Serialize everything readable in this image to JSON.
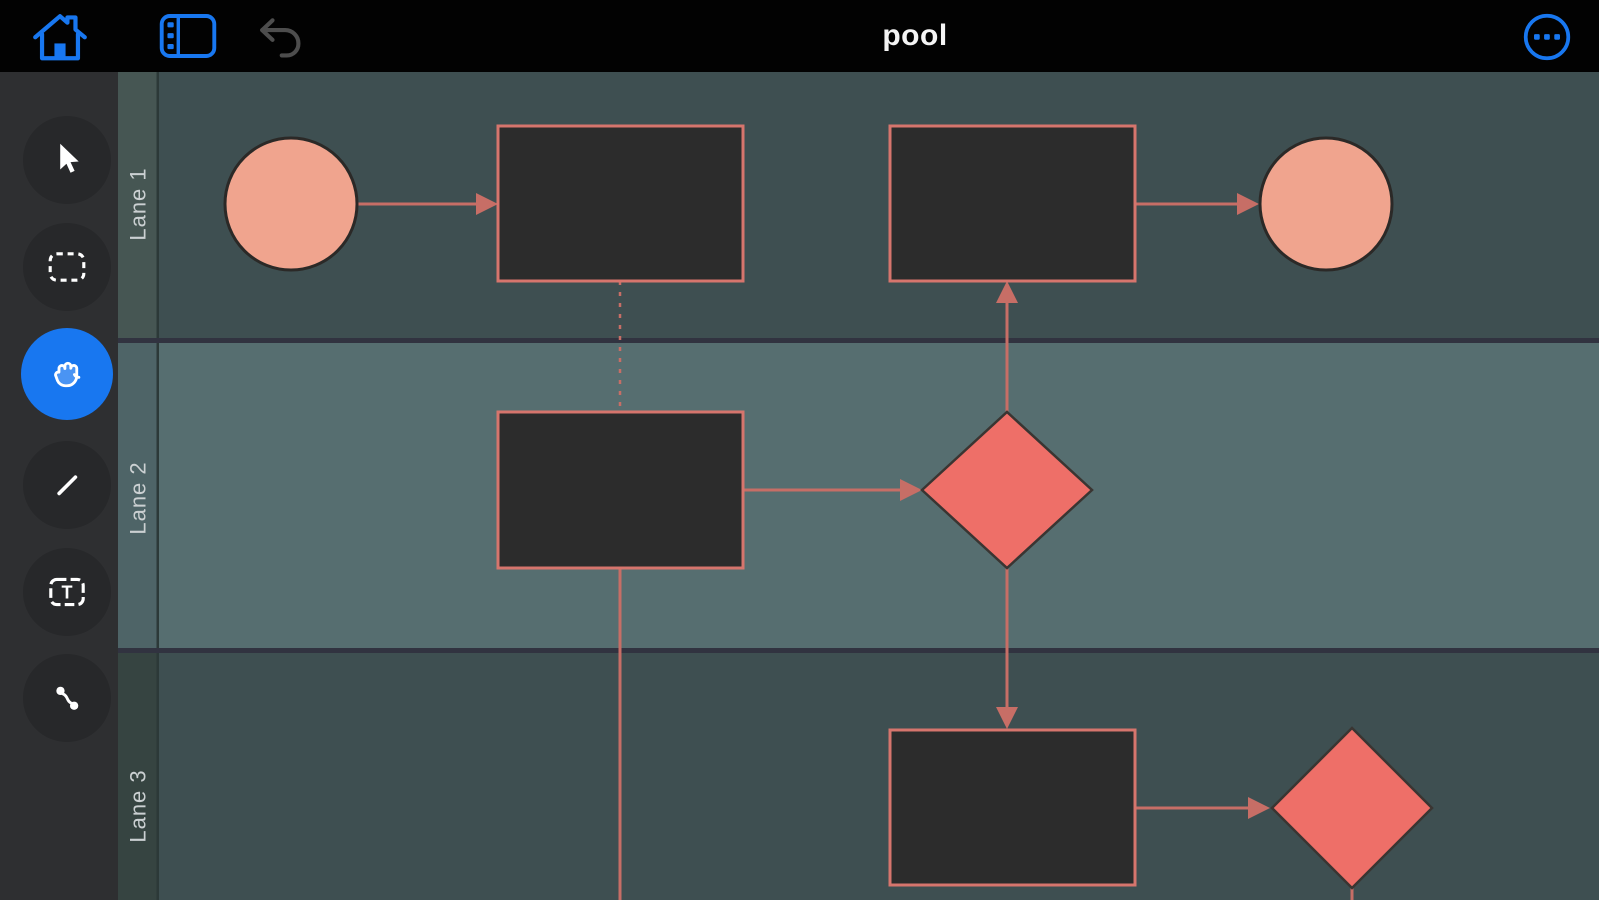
{
  "header": {
    "title": "pool"
  },
  "toolbar": {
    "tools": [
      {
        "label": "select",
        "icon": "cursor-icon",
        "active": false
      },
      {
        "label": "marquee-select",
        "icon": "marquee-icon",
        "active": false
      },
      {
        "label": "pan",
        "icon": "hand-icon",
        "active": true
      },
      {
        "label": "draw",
        "icon": "pen-icon",
        "active": false
      },
      {
        "label": "text",
        "icon": "text-frame-icon",
        "active": false,
        "glyph": "T"
      },
      {
        "label": "connector",
        "icon": "connector-icon",
        "active": false
      }
    ]
  },
  "canvas": {
    "lanes": [
      {
        "label": "Lane 1"
      },
      {
        "label": "Lane 2"
      },
      {
        "label": "Lane 3"
      }
    ],
    "nodes": [
      {
        "id": "start-circle",
        "type": "circle",
        "lane": "Lane 1"
      },
      {
        "id": "task-1",
        "type": "rectangle",
        "lane": "Lane 1"
      },
      {
        "id": "task-2",
        "type": "rectangle",
        "lane": "Lane 1"
      },
      {
        "id": "end-circle",
        "type": "circle",
        "lane": "Lane 1"
      },
      {
        "id": "task-3",
        "type": "rectangle",
        "lane": "Lane 2"
      },
      {
        "id": "decision-1",
        "type": "diamond",
        "lane": "Lane 2"
      },
      {
        "id": "task-4",
        "type": "rectangle",
        "lane": "Lane 3"
      },
      {
        "id": "decision-2",
        "type": "diamond",
        "lane": "Lane 3"
      }
    ],
    "connectors": [
      {
        "from": "start-circle",
        "to": "task-1",
        "style": "solid-arrow"
      },
      {
        "from": "task-1",
        "to": "task-3",
        "style": "dashed"
      },
      {
        "from": "task-2",
        "to": "end-circle",
        "style": "solid-arrow"
      },
      {
        "from": "task-3",
        "to": "decision-1",
        "style": "solid-arrow"
      },
      {
        "from": "decision-1",
        "to": "task-2",
        "style": "solid-arrow"
      },
      {
        "from": "decision-1",
        "to": "task-4",
        "style": "solid-arrow"
      },
      {
        "from": "task-4",
        "to": "decision-2",
        "style": "solid-arrow"
      },
      {
        "from": "task-3",
        "to": "off-canvas-bottom",
        "style": "solid"
      },
      {
        "from": "decision-2",
        "to": "off-canvas-bottom",
        "style": "solid"
      }
    ]
  },
  "colors": {
    "accent-blue": "#1877f0",
    "topbar-bg": "#020202",
    "title-color": "#f5f5f5",
    "undo-gray": "#4d4d4d",
    "toolbar-bg": "#2e2f31",
    "tool-circle": "#27282a",
    "lane-dark": "#3e4f51",
    "lane-light": "#566e70",
    "strip-1": "#465653",
    "strip-2": "#4e6467",
    "strip-3": "#364441",
    "strip-border": "#2c3938",
    "separator": "#313340",
    "lane-label": "#cbd0d2",
    "node-fill": "#2c2c2c",
    "node-stroke": "#d6756d",
    "connector": "#c76e66",
    "circle-fill": "#f0a48e",
    "circle-stroke": "#2b2927",
    "diamond-fill": "#ee6f68",
    "diamond-stroke": "#3a3532"
  }
}
